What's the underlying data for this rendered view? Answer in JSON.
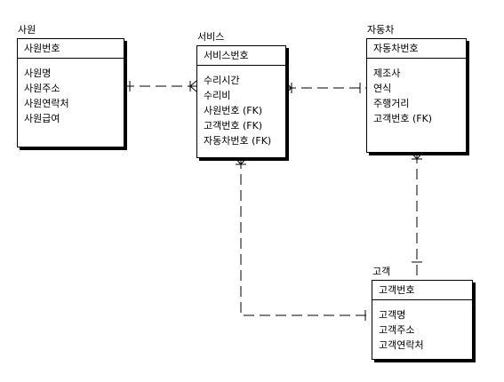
{
  "entities": {
    "employee": {
      "name": "사원",
      "key": "사원번호",
      "attributes": [
        "사원명",
        "사원주소",
        "사원연락처",
        "사원급여"
      ]
    },
    "service": {
      "name": "서비스",
      "key": "서비스번호",
      "attributes": [
        "수리시간",
        "수리비",
        "사원번호 (FK)",
        "고객번호 (FK)",
        "자동차번호 (FK)"
      ]
    },
    "car": {
      "name": "자동차",
      "key": "자동차번호",
      "attributes": [
        "제조사",
        "연식",
        "주행거리",
        "고객번호 (FK)"
      ]
    },
    "customer": {
      "name": "고객",
      "key": "고객번호",
      "attributes": [
        "고객명",
        "고객주소",
        "고객연락처"
      ]
    }
  },
  "relationships": [
    {
      "from": "employee",
      "to": "service",
      "from_end": "one",
      "to_end": "many",
      "style": "dashed"
    },
    {
      "from": "car",
      "to": "service",
      "from_end": "one",
      "to_end": "many",
      "style": "dashed"
    },
    {
      "from": "customer",
      "to": "service",
      "from_end": "one",
      "to_end": "many",
      "style": "dashed"
    },
    {
      "from": "customer",
      "to": "car",
      "from_end": "one",
      "to_end": "many",
      "style": "dashed"
    }
  ]
}
